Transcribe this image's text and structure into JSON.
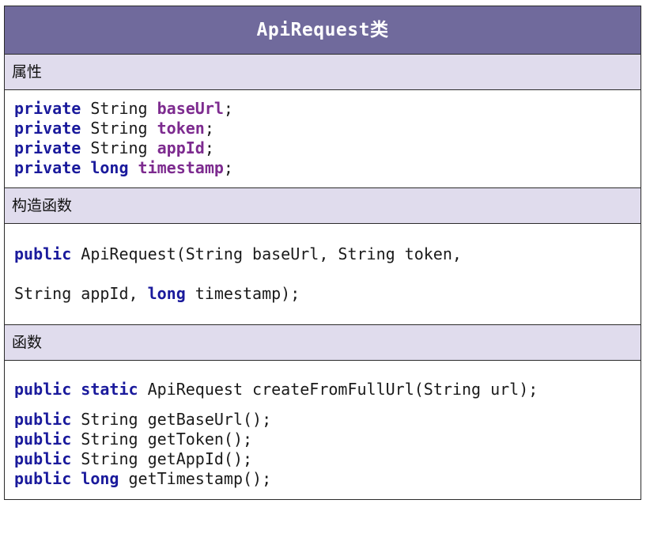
{
  "class_diagram": {
    "title": "ApiRequest类",
    "colors": {
      "title_bar_bg": "#706a9c",
      "title_bar_text": "#ffffff",
      "section_header_bg": "#e0dced",
      "body_bg": "#ffffff",
      "border": "#2b2b2b",
      "keyword": "#1a1a9c",
      "field_name": "#7d2b8f",
      "identifier": "#1a1a1a"
    },
    "sections": [
      {
        "header": "属性",
        "lines": [
          {
            "tokens": [
              {
                "text": "private",
                "kind": "keyword"
              },
              {
                "text": " String ",
                "kind": "plain"
              },
              {
                "text": "baseUrl",
                "kind": "field"
              },
              {
                "text": ";",
                "kind": "plain"
              }
            ]
          },
          {
            "tokens": [
              {
                "text": "private",
                "kind": "keyword"
              },
              {
                "text": " String ",
                "kind": "plain"
              },
              {
                "text": "token",
                "kind": "field"
              },
              {
                "text": ";",
                "kind": "plain"
              }
            ]
          },
          {
            "tokens": [
              {
                "text": "private",
                "kind": "keyword"
              },
              {
                "text": " String ",
                "kind": "plain"
              },
              {
                "text": "appId",
                "kind": "field"
              },
              {
                "text": ";",
                "kind": "plain"
              }
            ]
          },
          {
            "tokens": [
              {
                "text": "private long ",
                "kind": "keyword"
              },
              {
                "text": "timestamp",
                "kind": "field"
              },
              {
                "text": ";",
                "kind": "plain"
              }
            ]
          }
        ]
      },
      {
        "header": "构造函数",
        "lines": [
          {
            "tokens": [
              {
                "text": "public",
                "kind": "keyword"
              },
              {
                "text": " ApiRequest(String baseUrl, String token,",
                "kind": "plain"
              }
            ]
          },
          {
            "tokens": [
              {
                "text": "String appId, ",
                "kind": "plain"
              },
              {
                "text": "long",
                "kind": "keyword"
              },
              {
                "text": " timestamp);",
                "kind": "plain"
              }
            ]
          }
        ]
      },
      {
        "header": "函数",
        "lines": [
          {
            "tokens": [
              {
                "text": "public static",
                "kind": "keyword"
              },
              {
                "text": " ApiRequest createFromFullUrl(String url);",
                "kind": "plain"
              }
            ]
          },
          {
            "tokens": [
              {
                "text": "public",
                "kind": "keyword"
              },
              {
                "text": " String getBaseUrl();",
                "kind": "plain"
              }
            ]
          },
          {
            "tokens": [
              {
                "text": "public",
                "kind": "keyword"
              },
              {
                "text": " String getToken();",
                "kind": "plain"
              }
            ]
          },
          {
            "tokens": [
              {
                "text": "public",
                "kind": "keyword"
              },
              {
                "text": " String getAppId();",
                "kind": "plain"
              }
            ]
          },
          {
            "tokens": [
              {
                "text": "public long",
                "kind": "keyword"
              },
              {
                "text": " getTimestamp();",
                "kind": "plain"
              }
            ]
          }
        ]
      }
    ]
  }
}
